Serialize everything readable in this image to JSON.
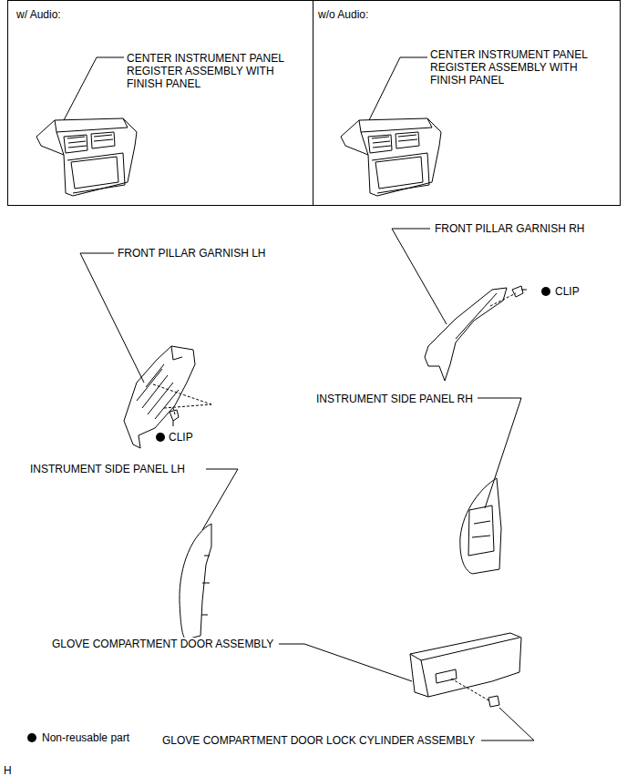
{
  "diagram": {
    "nodes": [
      {
        "text": [
          "w/ Audio:",
          "CENTER INSTRUMENT PANEL REGISTER ASSEMBLY WITH FINISH PANEL"
        ]
      },
      {
        "text": [
          "w/o Audio:",
          "CENTER INSTRUMENT PANEL REGISTER ASSEMBLY WITH FINISH PANEL"
        ]
      }
    ],
    "edges": [],
    "labels": [
      "FRONT PILLAR GARNISH RH",
      "FRONT PILLAR GARNISH LH",
      "CLIP",
      "INSTRUMENT SIDE PANEL RH",
      "CLIP",
      "INSTRUMENT SIDE PANEL LH",
      "GLOVE COMPARTMENT DOOR ASSEMBLY",
      "GLOVE COMPARTMENT DOOR LOCK CYLINDER ASSEMBLY",
      "H"
    ],
    "legend": [
      {
        "text": "Non-reusable part"
      }
    ]
  }
}
